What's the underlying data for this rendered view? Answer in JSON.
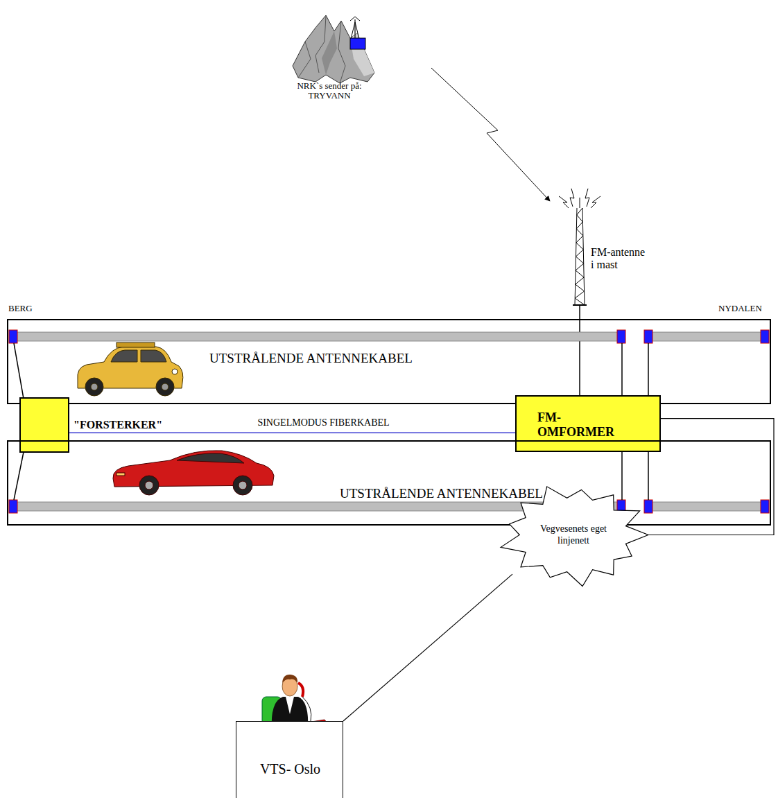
{
  "diagram": {
    "nodes": [
      {
        "text": [
          "UTSTRÅLENDE ANTENNEKABEL"
        ]
      },
      {
        "text": [
          "\"FORSTERKER\""
        ]
      },
      {
        "text": [
          "FM- OMFORMER"
        ]
      },
      {
        "text": [
          "UTSTRÅLENDE ANTENNEKABEL"
        ]
      },
      {
        "text": [
          "Vegvesenets eget linjenett"
        ]
      },
      {
        "text": [
          "VTS- Oslo"
        ]
      }
    ],
    "edges": [
      {
        "from": 1,
        "to": 2,
        "arrow": "none",
        "label": "SINGELMODUS FIBERKABEL"
      },
      {
        "from": 2,
        "to": 4,
        "arrow": "none"
      },
      {
        "from": 4,
        "to": 5,
        "arrow": "none"
      }
    ],
    "labels": [
      "NRK`s sender på: TRYVANN",
      "FM-antenne i mast",
      "BERG",
      "NYDALEN"
    ]
  }
}
